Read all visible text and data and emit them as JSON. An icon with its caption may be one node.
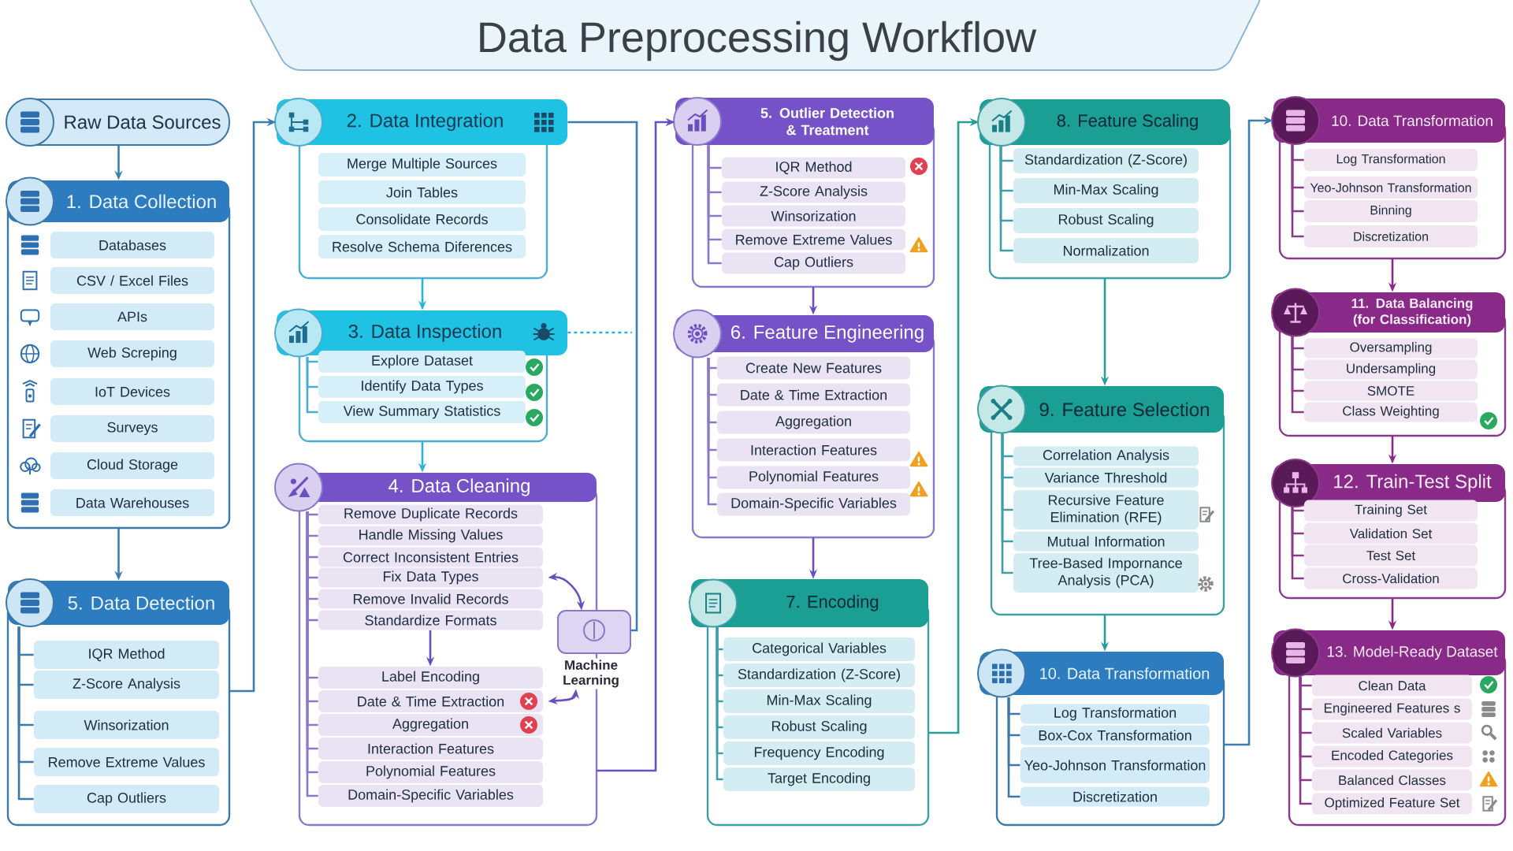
{
  "diagram": {
    "title": "Data Preprocessing Workflow",
    "nodes": [
      {
        "text": [
          "Raw Data Sources"
        ]
      },
      {
        "text": [
          "1. Data Collection"
        ]
      },
      {
        "text": [
          "Databases"
        ],
        "in": 1
      },
      {
        "text": [
          "CSV / Excel Files"
        ],
        "in": 1
      },
      {
        "text": [
          "APIs"
        ],
        "in": 1
      },
      {
        "text": [
          "Web Screping"
        ],
        "in": 1
      },
      {
        "text": [
          "IoT Devices"
        ],
        "in": 1
      },
      {
        "text": [
          "Surveys"
        ],
        "in": 1
      },
      {
        "text": [
          "Cloud Storage"
        ],
        "in": 1
      },
      {
        "text": [
          "Data Warehouses"
        ],
        "in": 1
      },
      {
        "text": [
          "5. Data Detection"
        ]
      },
      {
        "text": [
          "IQR Method"
        ],
        "in": 10
      },
      {
        "text": [
          "Z-Score Analysis"
        ],
        "in": 10
      },
      {
        "text": [
          "Winsorization"
        ],
        "in": 10
      },
      {
        "text": [
          "Remove Extreme Values"
        ],
        "in": 10
      },
      {
        "text": [
          "Cap Outliers"
        ],
        "in": 10
      },
      {
        "text": [
          "2. Data Integration"
        ]
      },
      {
        "text": [
          "Merge Multiple Sources"
        ],
        "in": 16
      },
      {
        "text": [
          "Join Tables"
        ],
        "in": 16
      },
      {
        "text": [
          "Consolidate Records"
        ],
        "in": 16
      },
      {
        "text": [
          "Resolve Schema Diferences"
        ],
        "in": 16
      },
      {
        "text": [
          "3. Data Inspection"
        ]
      },
      {
        "text": [
          "Explore Dataset"
        ],
        "in": 21
      },
      {
        "text": [
          "Identify Data Types"
        ],
        "in": 21
      },
      {
        "text": [
          "View Summary Statistics"
        ],
        "in": 21
      },
      {
        "text": [
          "4. Data Cleaning"
        ]
      },
      {
        "text": [
          "Remove Duplicate Records"
        ],
        "in": 25
      },
      {
        "text": [
          "Handle Missing Values"
        ],
        "in": 25
      },
      {
        "text": [
          "Correct Inconsistent Entries"
        ],
        "in": 25
      },
      {
        "text": [
          "Fix Data Types"
        ],
        "in": 25
      },
      {
        "text": [
          "Remove Invalid Records"
        ],
        "in": 25
      },
      {
        "text": [
          "Standardize Formats"
        ],
        "in": 25
      },
      {
        "text": [
          "Label Encoding"
        ],
        "in": 25
      },
      {
        "text": [
          "Date & Time Extraction"
        ],
        "in": 25
      },
      {
        "text": [
          "Aggregation"
        ],
        "in": 25
      },
      {
        "text": [
          "Interaction Features"
        ],
        "in": 25
      },
      {
        "text": [
          "Polynomial Features"
        ],
        "in": 25
      },
      {
        "text": [
          "Domain-Specific Variables"
        ],
        "in": 25
      },
      {
        "text": [
          "Machine Learning"
        ]
      },
      {
        "text": [
          "5. Outlier Detection & Treatment"
        ]
      },
      {
        "text": [
          "IQR Method"
        ],
        "in": 39
      },
      {
        "text": [
          "Z-Score Analysis"
        ],
        "in": 39
      },
      {
        "text": [
          "Winsorization"
        ],
        "in": 39
      },
      {
        "text": [
          "Remove Extreme Values"
        ],
        "in": 39
      },
      {
        "text": [
          "Cap Outliers"
        ],
        "in": 39
      },
      {
        "text": [
          "6. Feature Engineering"
        ]
      },
      {
        "text": [
          "Create New Features"
        ],
        "in": 45
      },
      {
        "text": [
          "Date & Time Extraction"
        ],
        "in": 45
      },
      {
        "text": [
          "Aggregation"
        ],
        "in": 45
      },
      {
        "text": [
          "Interaction Features"
        ],
        "in": 45
      },
      {
        "text": [
          "Polynomial Features"
        ],
        "in": 45
      },
      {
        "text": [
          "Domain-Specific Variables"
        ],
        "in": 45
      },
      {
        "text": [
          "7. Encoding"
        ]
      },
      {
        "text": [
          "Categorical Variables"
        ],
        "in": 52
      },
      {
        "text": [
          "Standardization (Z-Score)"
        ],
        "in": 52
      },
      {
        "text": [
          "Min-Max Scaling"
        ],
        "in": 52
      },
      {
        "text": [
          "Robust Scaling"
        ],
        "in": 52
      },
      {
        "text": [
          "Frequency Encoding"
        ],
        "in": 52
      },
      {
        "text": [
          "Target Encoding"
        ],
        "in": 52
      },
      {
        "text": [
          "8. Feature Scaling"
        ]
      },
      {
        "text": [
          "Standardization (Z-Score)"
        ],
        "in": 59
      },
      {
        "text": [
          "Min-Max Scaling"
        ],
        "in": 59
      },
      {
        "text": [
          "Robust Scaling"
        ],
        "in": 59
      },
      {
        "text": [
          "Normalization"
        ],
        "in": 59
      },
      {
        "text": [
          "9. Feature Selection"
        ]
      },
      {
        "text": [
          "Correlation Analysis"
        ],
        "in": 64
      },
      {
        "text": [
          "Variance Threshold"
        ],
        "in": 64
      },
      {
        "text": [
          "Recursive Feature Elimination (RFE)"
        ],
        "in": 64
      },
      {
        "text": [
          "Mutual Information"
        ],
        "in": 64
      },
      {
        "text": [
          "Tree-Based Impornance Analysis (PCA)"
        ],
        "in": 64
      },
      {
        "text": [
          "10. Data Transformation"
        ]
      },
      {
        "text": [
          "Log Transformation"
        ],
        "in": 70
      },
      {
        "text": [
          "Box-Cox Transformation"
        ],
        "in": 70
      },
      {
        "text": [
          "Yeo-Johnson Transformation"
        ],
        "in": 70
      },
      {
        "text": [
          "Discretization"
        ],
        "in": 70
      },
      {
        "text": [
          "10. Data Transformation"
        ]
      },
      {
        "text": [
          "Log Transformation"
        ],
        "in": 75
      },
      {
        "text": [
          "Yeo-Johnson Transformation"
        ],
        "in": 75
      },
      {
        "text": [
          "Binning"
        ],
        "in": 75
      },
      {
        "text": [
          "Discretization"
        ],
        "in": 75
      },
      {
        "text": [
          "11. Data Balancing (for Classification)"
        ]
      },
      {
        "text": [
          "Oversampling"
        ],
        "in": 80
      },
      {
        "text": [
          "Undersampling"
        ],
        "in": 80
      },
      {
        "text": [
          "SMOTE"
        ],
        "in": 80
      },
      {
        "text": [
          "Class Weighting"
        ],
        "in": 80
      },
      {
        "text": [
          "12. Train-Test Split"
        ]
      },
      {
        "text": [
          "Training Set"
        ],
        "in": 85
      },
      {
        "text": [
          "Validation Set"
        ],
        "in": 85
      },
      {
        "text": [
          "Test Set"
        ],
        "in": 85
      },
      {
        "text": [
          "Cross-Validation"
        ],
        "in": 85
      },
      {
        "text": [
          "13. Model-Ready Dataset"
        ]
      },
      {
        "text": [
          "Clean Data"
        ],
        "in": 90
      },
      {
        "text": [
          "Engineered Features s"
        ],
        "in": 90
      },
      {
        "text": [
          "Scaled Variables"
        ],
        "in": 90
      },
      {
        "text": [
          "Encoded Categories"
        ],
        "in": 90
      },
      {
        "text": [
          "Balanced Classes"
        ],
        "in": 90
      },
      {
        "text": [
          "Optimized Feature Set"
        ],
        "in": 90
      }
    ],
    "edges": [
      {
        "from": 0,
        "to": 1,
        "arrow": "to"
      },
      {
        "from": 1,
        "to": 10,
        "arrow": "to"
      },
      {
        "from": 10,
        "to": 16,
        "arrow": "to"
      },
      {
        "from": 16,
        "to": 21,
        "arrow": "to",
        "color": "#29b6d6"
      },
      {
        "from": 21,
        "to": 25,
        "arrow": "to",
        "color": "#29b6d6"
      },
      {
        "from": 16,
        "to": 38,
        "arrow": "none"
      },
      {
        "from": 25,
        "to": 39,
        "arrow": "to",
        "color": "#6a4fc0"
      },
      {
        "from": 21,
        "to": null,
        "arrow": "none",
        "style": "dashed",
        "color": "#29b6d6"
      },
      {
        "from": 39,
        "to": 45,
        "arrow": "to",
        "color": "#6a4fc0"
      },
      {
        "from": 45,
        "to": 52,
        "arrow": "to",
        "color": "#6a4fc0"
      },
      {
        "from": 52,
        "to": 59,
        "arrow": "to",
        "color": "#2a9d96"
      },
      {
        "from": 59,
        "to": 64,
        "arrow": "to",
        "color": "#2a9d96"
      },
      {
        "from": 64,
        "to": 70,
        "arrow": "to",
        "color": "#2a9d96"
      },
      {
        "from": 70,
        "to": 75,
        "arrow": "to"
      },
      {
        "from": 75,
        "to": 80,
        "arrow": "to",
        "color": "#8a2a88"
      },
      {
        "from": 80,
        "to": 85,
        "arrow": "to",
        "color": "#8a2a88"
      },
      {
        "from": 85,
        "to": 90,
        "arrow": "to",
        "color": "#8a2a88"
      },
      {
        "from": 29,
        "to": 38,
        "arrow": "both",
        "color": "#6a4fc0"
      },
      {
        "from": 38,
        "to": 33,
        "arrow": "both",
        "color": "#6a4fc0"
      },
      {
        "from": 31,
        "to": 32,
        "arrow": "to",
        "color": "#6a4fc0"
      },
      {
        "from": 10,
        "to": 11,
        "arrow": "none",
        "color": "#3c78a8"
      },
      {
        "from": 10,
        "to": 12,
        "arrow": "none",
        "color": "#3c78a8"
      },
      {
        "from": 10,
        "to": 13,
        "arrow": "none",
        "color": "#3c78a8"
      },
      {
        "from": 10,
        "to": 14,
        "arrow": "none",
        "color": "#3c78a8"
      },
      {
        "from": 10,
        "to": 15,
        "arrow": "none",
        "color": "#3c78a8"
      },
      {
        "from": 21,
        "to": 22,
        "arrow": "none",
        "color": "#4aaed0"
      },
      {
        "from": 21,
        "to": 23,
        "arrow": "none",
        "color": "#4aaed0"
      },
      {
        "from": 21,
        "to": 24,
        "arrow": "none",
        "color": "#4aaed0"
      },
      {
        "from": 25,
        "to": 26,
        "arrow": "none",
        "color": "#8c78c8"
      },
      {
        "from": 25,
        "to": 27,
        "arrow": "none",
        "color": "#8c78c8"
      },
      {
        "from": 25,
        "to": 28,
        "arrow": "none",
        "color": "#8c78c8"
      },
      {
        "from": 25,
        "to": 29,
        "arrow": "none",
        "color": "#8c78c8"
      },
      {
        "from": 25,
        "to": 30,
        "arrow": "none",
        "color": "#8c78c8"
      },
      {
        "from": 25,
        "to": 31,
        "arrow": "none",
        "color": "#8c78c8"
      },
      {
        "from": 25,
        "to": 32,
        "arrow": "none",
        "color": "#8c78c8"
      },
      {
        "from": 25,
        "to": 33,
        "arrow": "none",
        "color": "#8c78c8"
      },
      {
        "from": 25,
        "to": 34,
        "arrow": "none",
        "color": "#8c78c8"
      },
      {
        "from": 25,
        "to": 35,
        "arrow": "none",
        "color": "#8c78c8"
      },
      {
        "from": 25,
        "to": 36,
        "arrow": "none",
        "color": "#8c78c8"
      },
      {
        "from": 25,
        "to": 37,
        "arrow": "none",
        "color": "#8c78c8"
      },
      {
        "from": 39,
        "to": 40,
        "arrow": "none",
        "color": "#8c78c8"
      },
      {
        "from": 39,
        "to": 41,
        "arrow": "none",
        "color": "#8c78c8"
      },
      {
        "from": 39,
        "to": 42,
        "arrow": "none",
        "color": "#8c78c8"
      },
      {
        "from": 39,
        "to": 43,
        "arrow": "none",
        "color": "#8c78c8"
      },
      {
        "from": 39,
        "to": 44,
        "arrow": "none",
        "color": "#8c78c8"
      },
      {
        "from": 45,
        "to": 46,
        "arrow": "none",
        "color": "#8c78c8"
      },
      {
        "from": 45,
        "to": 47,
        "arrow": "none",
        "color": "#8c78c8"
      },
      {
        "from": 45,
        "to": 48,
        "arrow": "none",
        "color": "#8c78c8"
      },
      {
        "from": 45,
        "to": 49,
        "arrow": "none",
        "color": "#8c78c8"
      },
      {
        "from": 45,
        "to": 50,
        "arrow": "none",
        "color": "#8c78c8"
      },
      {
        "from": 45,
        "to": 51,
        "arrow": "none",
        "color": "#8c78c8"
      },
      {
        "from": 52,
        "to": 53,
        "arrow": "none",
        "color": "#3f9fa6"
      },
      {
        "from": 52,
        "to": 54,
        "arrow": "none",
        "color": "#3f9fa6"
      },
      {
        "from": 52,
        "to": 55,
        "arrow": "none",
        "color": "#3f9fa6"
      },
      {
        "from": 52,
        "to": 56,
        "arrow": "none",
        "color": "#3f9fa6"
      },
      {
        "from": 52,
        "to": 57,
        "arrow": "none",
        "color": "#3f9fa6"
      },
      {
        "from": 52,
        "to": 58,
        "arrow": "none",
        "color": "#3f9fa6"
      },
      {
        "from": 59,
        "to": 60,
        "arrow": "none",
        "color": "#3f9fa6"
      },
      {
        "from": 59,
        "to": 61,
        "arrow": "none",
        "color": "#3f9fa6"
      },
      {
        "from": 59,
        "to": 62,
        "arrow": "none",
        "color": "#3f9fa6"
      },
      {
        "from": 59,
        "to": 63,
        "arrow": "none",
        "color": "#3f9fa6"
      },
      {
        "from": 64,
        "to": 65,
        "arrow": "none",
        "color": "#3f9fa6"
      },
      {
        "from": 64,
        "to": 66,
        "arrow": "none",
        "color": "#3f9fa6"
      },
      {
        "from": 64,
        "to": 67,
        "arrow": "none",
        "color": "#3f9fa6"
      },
      {
        "from": 64,
        "to": 68,
        "arrow": "none",
        "color": "#3f9fa6"
      },
      {
        "from": 64,
        "to": 69,
        "arrow": "none",
        "color": "#3f9fa6"
      },
      {
        "from": 70,
        "to": 71,
        "arrow": "none",
        "color": "#3c78a8"
      },
      {
        "from": 70,
        "to": 72,
        "arrow": "none",
        "color": "#3c78a8"
      },
      {
        "from": 70,
        "to": 73,
        "arrow": "none",
        "color": "#3c78a8"
      },
      {
        "from": 70,
        "to": 74,
        "arrow": "none",
        "color": "#3c78a8"
      },
      {
        "from": 75,
        "to": 76,
        "arrow": "none",
        "color": "#8a3a88"
      },
      {
        "from": 75,
        "to": 77,
        "arrow": "none",
        "color": "#8a3a88"
      },
      {
        "from": 75,
        "to": 78,
        "arrow": "none",
        "color": "#8a3a88"
      },
      {
        "from": 75,
        "to": 79,
        "arrow": "none",
        "color": "#8a3a88"
      },
      {
        "from": 80,
        "to": 81,
        "arrow": "none",
        "color": "#8a3a88"
      },
      {
        "from": 80,
        "to": 82,
        "arrow": "none",
        "color": "#8a3a88"
      },
      {
        "from": 80,
        "to": 83,
        "arrow": "none",
        "color": "#8a3a88"
      },
      {
        "from": 80,
        "to": 84,
        "arrow": "none",
        "color": "#8a3a88"
      },
      {
        "from": 85,
        "to": 86,
        "arrow": "none",
        "color": "#8a3a88"
      },
      {
        "from": 85,
        "to": 87,
        "arrow": "none",
        "color": "#8a3a88"
      },
      {
        "from": 85,
        "to": 88,
        "arrow": "none",
        "color": "#8a3a88"
      },
      {
        "from": 85,
        "to": 89,
        "arrow": "none",
        "color": "#8a3a88"
      },
      {
        "from": 90,
        "to": 91,
        "arrow": "none",
        "color": "#8a3a88"
      },
      {
        "from": 90,
        "to": 92,
        "arrow": "none",
        "color": "#8a3a88"
      },
      {
        "from": 90,
        "to": 93,
        "arrow": "none",
        "color": "#8a3a88"
      },
      {
        "from": 90,
        "to": 94,
        "arrow": "none",
        "color": "#8a3a88"
      },
      {
        "from": 90,
        "to": 95,
        "arrow": "none",
        "color": "#8a3a88"
      },
      {
        "from": 90,
        "to": 96,
        "arrow": "none",
        "color": "#8a3a88"
      }
    ]
  }
}
